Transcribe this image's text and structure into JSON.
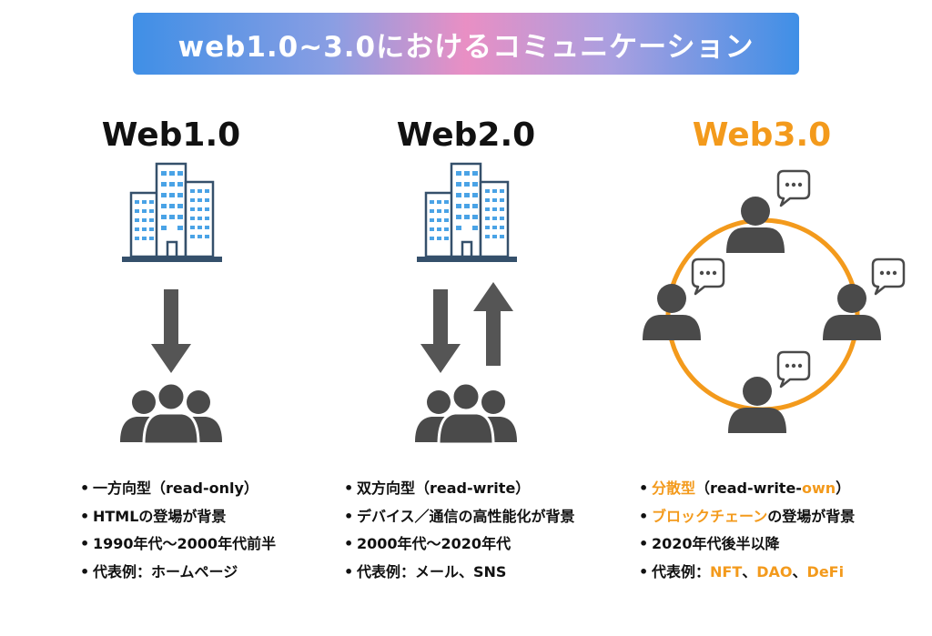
{
  "banner": {
    "title": "web1.0~3.0におけるコミュニケーション"
  },
  "colors": {
    "accent": "#f39a1c",
    "icon": "#4a4a4a",
    "building": "#35506b",
    "window": "#4aa3e6"
  },
  "columns": [
    {
      "title": "Web1.0",
      "icons": [
        "building-icon",
        "arrow-down-icon",
        "users-group-icon"
      ],
      "bullets": [
        {
          "text": "一方向型（read-only）"
        },
        {
          "text": "HTMLの登場が背景"
        },
        {
          "text": "1990年代〜2000年代前半"
        },
        {
          "text": "代表例：ホームページ"
        }
      ]
    },
    {
      "title": "Web2.0",
      "icons": [
        "building-icon",
        "arrow-down-icon",
        "arrow-up-icon",
        "users-group-icon"
      ],
      "bullets": [
        {
          "text": "双方向型（read-write）"
        },
        {
          "text": "デバイス／通信の高性能化が背景"
        },
        {
          "text": "2000年代〜2020年代"
        },
        {
          "text": "代表例：メール、SNS"
        }
      ]
    },
    {
      "title": "Web3.0",
      "icons": [
        "ring-icon",
        "user-icon",
        "speech-bubble-icon"
      ],
      "bullets": [
        {
          "hl": "分散型",
          "rest": "（read-write-",
          "hl2": "own",
          "rest2": "）"
        },
        {
          "hl": "ブロックチェーン",
          "rest": "の登場が背景"
        },
        {
          "text": "2020年代後半以降"
        },
        {
          "rest": "代表例：",
          "hl": "NFT",
          "rest2": "、",
          "hl2": "DAO",
          "rest3": "、",
          "hl3": "DeFi"
        }
      ]
    }
  ]
}
